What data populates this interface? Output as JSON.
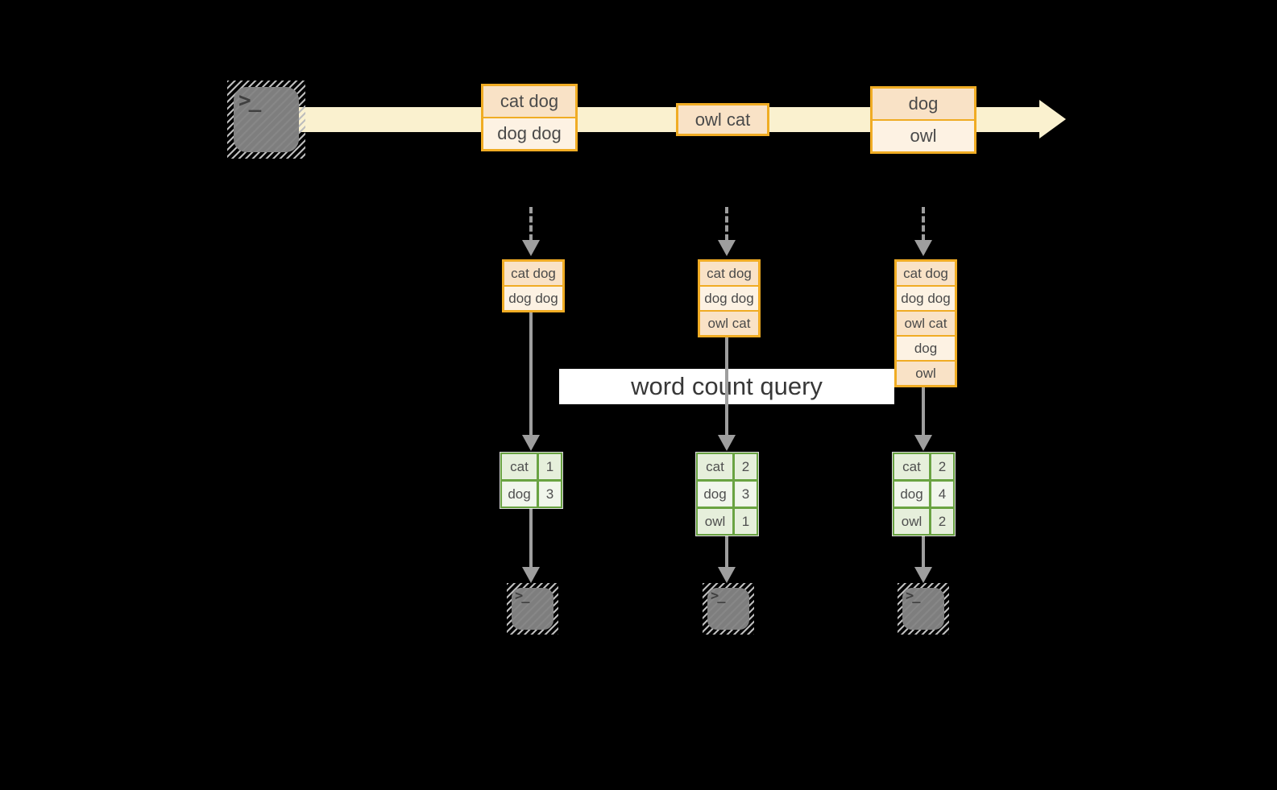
{
  "diagram": {
    "query_label": "word count query",
    "terminal": {
      "glyph": ">_"
    },
    "stream": {
      "messages": [
        {
          "rows": [
            "cat dog",
            "dog dog"
          ]
        },
        {
          "rows": [
            "owl cat"
          ]
        },
        {
          "rows": [
            "dog",
            "owl"
          ]
        }
      ]
    },
    "tasks": [
      {
        "input_buffer": [
          "cat dog",
          "dog dog"
        ],
        "counts": [
          {
            "word": "cat",
            "count": "1"
          },
          {
            "word": "dog",
            "count": "3"
          }
        ]
      },
      {
        "input_buffer": [
          "cat dog",
          "dog dog",
          "owl cat"
        ],
        "counts": [
          {
            "word": "cat",
            "count": "2"
          },
          {
            "word": "dog",
            "count": "3"
          },
          {
            "word": "owl",
            "count": "1"
          }
        ]
      },
      {
        "input_buffer": [
          "cat dog",
          "dog dog",
          "owl cat",
          "dog",
          "owl"
        ],
        "counts": [
          {
            "word": "cat",
            "count": "2"
          },
          {
            "word": "dog",
            "count": "4"
          },
          {
            "word": "owl",
            "count": "2"
          }
        ]
      }
    ],
    "colors": {
      "background": "#000000",
      "stream_band": "#faf1cf",
      "box_border": "#f0ac24",
      "box_fill_dark": "#f9e2c6",
      "box_fill_light": "#fdf2e3",
      "table_border": "#6aa342",
      "table_fill_dark": "#e6efdb",
      "table_fill_light": "#f1f6ec",
      "arrow_gray": "#9e9e9e",
      "terminal_gray": "#7e7e7e",
      "query_band_bg": "#ffffff"
    }
  }
}
